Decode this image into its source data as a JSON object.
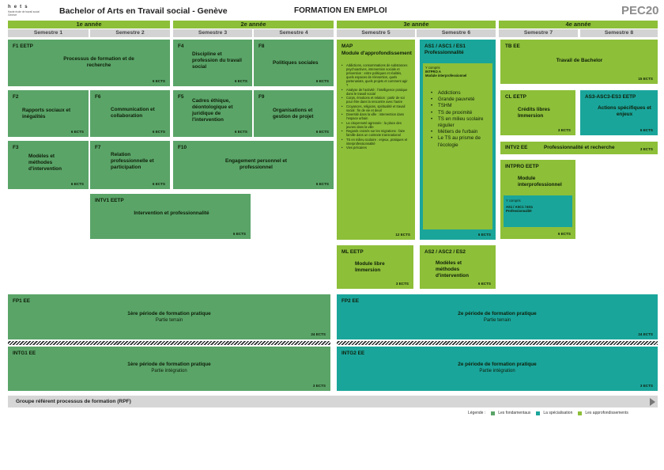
{
  "header": {
    "logo_mark": "h e t s",
    "logo_sub": "Haute école de travail social Genève",
    "program_title": "Bachelor of Arts en Travail social - Genève",
    "page_title": "FORMATION EN EMPLOI",
    "plan_code": "PEC20"
  },
  "years": [
    "1e année",
    "2e année",
    "3e année",
    "4e année"
  ],
  "semesters": [
    "Semestre 1",
    "Semestre 2",
    "Semestre 3",
    "Semestre 4",
    "Semestre 5",
    "Semestre 6",
    "Semestre 7",
    "Semestre 8"
  ],
  "colors": {
    "fundamentals": "#5aa468",
    "specialisation": "#1aa59b",
    "deepening": "#8dbf39"
  },
  "modules": {
    "f1": {
      "code": "F1 EETP",
      "title": "Processus de formation et de recherche",
      "ects": "6 ECTS"
    },
    "f2": {
      "code": "F2",
      "title": "Rapports sociaux et inégalités",
      "ects": "6 ECTS"
    },
    "f3": {
      "code": "F3",
      "title": "Modèles et méthodes d'intervention",
      "ects": "6 ECTS"
    },
    "f4": {
      "code": "F4",
      "title": "Discipline et profession du travail social",
      "ects": "6 ECTS"
    },
    "f5": {
      "code": "F5",
      "title": "Cadres éthique, déontologique et juridique de l'intervention",
      "ects": "6 ECTS"
    },
    "f6": {
      "code": "F6",
      "title": "Communication et collaboration",
      "ects": "6 ECTS"
    },
    "f7": {
      "code": "F7",
      "title": "Relation professionnelle et participation",
      "ects": "6 ECTS"
    },
    "f8": {
      "code": "F8",
      "title": "Politiques sociales",
      "ects": "6 ECTS"
    },
    "f9": {
      "code": "F9",
      "title": "Organisations et gestion de projet",
      "ects": "6 ECTS"
    },
    "f10": {
      "code": "F10",
      "title": "Engagement personnel et professionnel",
      "ects": "6 ECTS"
    },
    "intv1": {
      "code": "INTV1 EETP",
      "title": "Intervention et professionnalité",
      "ects": "6 ECTS"
    },
    "map": {
      "code": "MAP",
      "subtitle": "Module d'approfondissement",
      "items": [
        "Addictions, consommations de substances psychoactives, intervention sociale et prévention : entre politiques et réalités, quels espaces de réinsertion, quels partenariats, quels projets et comment agir ?",
        "Analyse de l'activité : l'intelligence pratique dans le travail social",
        "Corps, émotions et relation : partir de soi pour être dans la rencontre avec l'autre",
        "Croyances, religions, spiritualité et travail social : fin de vie et deuil",
        "Diversité dans la ville : intervention dans l'espace urbain",
        "La citoyenneté agressée : la place des jeunes dans la ville",
        "Regards croisés sur les migrations : faire famille dans un contexte transnational",
        "TS en milieu scolaire : enjeux, pratiques et interprofessionnalité",
        "Vies précaires"
      ],
      "ects": "12 ECTS"
    },
    "as1": {
      "code": "AS1 / ASC1 / ES1",
      "title": "Professionnalité",
      "inner_note": "Y compris",
      "inner_code": "INTPRO A",
      "inner_title": "Module interprofessionnel",
      "items": [
        "Addictions",
        "Grande pauvreté",
        "TSHM",
        "TS de proximité",
        "TS en milieu scolaire régulier",
        "Métiers de l'urbain",
        "Le TS au prisme de l'écologie"
      ],
      "ects": "6 ECTS"
    },
    "tb": {
      "code": "TB EE",
      "title": "Travail de Bachelor",
      "ects": "15 ECTS"
    },
    "cl": {
      "code": "CL EETP",
      "title": "Crédits libres Immersion",
      "ects": "3 ECTS"
    },
    "as3": {
      "code": "AS3-ASC3-ES3 EETP",
      "title": "Actions spécifiques et enjeux",
      "ects": "6 ECTS"
    },
    "intv2": {
      "code": "INTV2 EE",
      "title": "Professionnalité et recherche",
      "ects": "3 ECTS"
    },
    "intpro": {
      "code": "INTPRO EETP",
      "title": "Module interprofessionnel",
      "inner_note": "Y compris",
      "inner_text": "AS1 / ASC1 / ES1 Professionnalité",
      "ects": "6 ECTS"
    },
    "ml": {
      "code": "ML EETP",
      "title": "Module libre Immersion",
      "ects": "3 ECTS"
    },
    "as2": {
      "code": "AS2 / ASC2 / ES2",
      "title": "Modèles et méthodes d'intervention",
      "ects": "6 ECTS"
    },
    "fp1": {
      "code": "FP1 EE",
      "title": "1ère période de formation pratique",
      "sub": "Partie terrain",
      "ects": "24 ECTS"
    },
    "intg1": {
      "code": "INTG1 EE",
      "title": "1ère période de formation pratique",
      "sub": "Partie intégration",
      "ects": "3 ECTS"
    },
    "fp2": {
      "code": "FP2 EE",
      "title": "2e période de formation pratique",
      "sub": "Partie terrain",
      "ects": "24 ECTS"
    },
    "intg2": {
      "code": "INTG2 EE",
      "title": "2e période de formation pratique",
      "sub": "Partie intégration",
      "ects": "3 ECTS"
    }
  },
  "rpf": {
    "label": "Groupe référent processus de formation (RPF)"
  },
  "legend": {
    "label": "Légende :",
    "items": [
      "Les fondamentaux",
      "La spécialisation",
      "Les approfondissements"
    ]
  }
}
